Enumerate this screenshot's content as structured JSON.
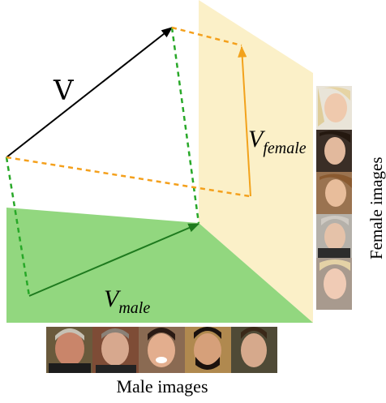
{
  "labels": {
    "vector_v": "V",
    "vector_male_base": "V",
    "vector_male_sub": "male",
    "vector_female_base": "V",
    "vector_female_sub": "female"
  },
  "captions": {
    "male_images": "Male images",
    "female_images": "Female images"
  },
  "colors": {
    "male_plane": "#92d77f",
    "female_plane": "#fbf0c8",
    "male_vector": "#1e7a1e",
    "female_vector": "#f2a21c",
    "green_dashed": "#28a828",
    "orange_dashed": "#f4a01c",
    "main_vector": "#000000"
  },
  "male_faces": [
    "male-face-1",
    "male-face-2",
    "male-face-3",
    "male-face-4",
    "male-face-5"
  ],
  "female_faces": [
    "female-face-1",
    "female-face-2",
    "female-face-3",
    "female-face-4",
    "female-face-5"
  ]
}
